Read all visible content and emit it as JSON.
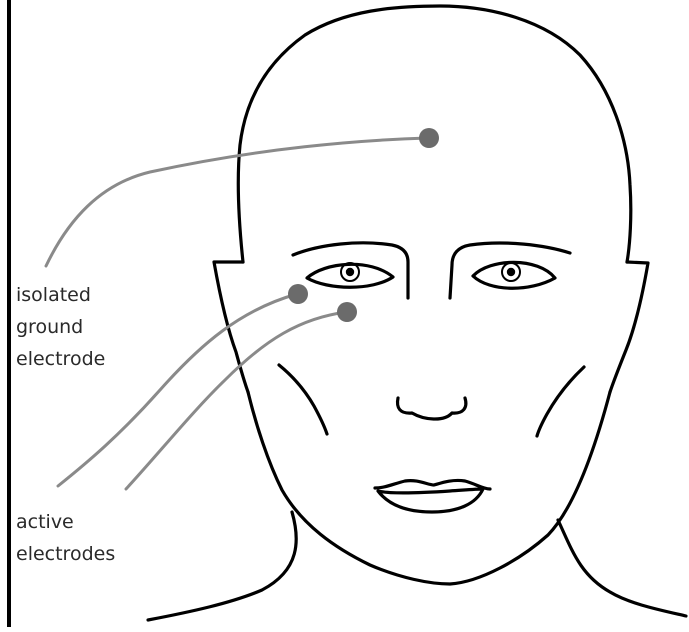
{
  "labels": {
    "ground": [
      "isolated",
      "ground",
      "electrode"
    ],
    "active": [
      "active",
      "electrodes"
    ]
  },
  "colors": {
    "outline": "#000000",
    "electrode": "#6b6b6b",
    "lead_wire": "#8a8a8a",
    "text": "#2a2a2a",
    "background": "#ffffff"
  },
  "electrodes": [
    {
      "role": "isolated ground electrode",
      "site": "forehead"
    },
    {
      "role": "active electrode",
      "site": "lateral canthus"
    },
    {
      "role": "active electrode",
      "site": "below eye"
    }
  ]
}
